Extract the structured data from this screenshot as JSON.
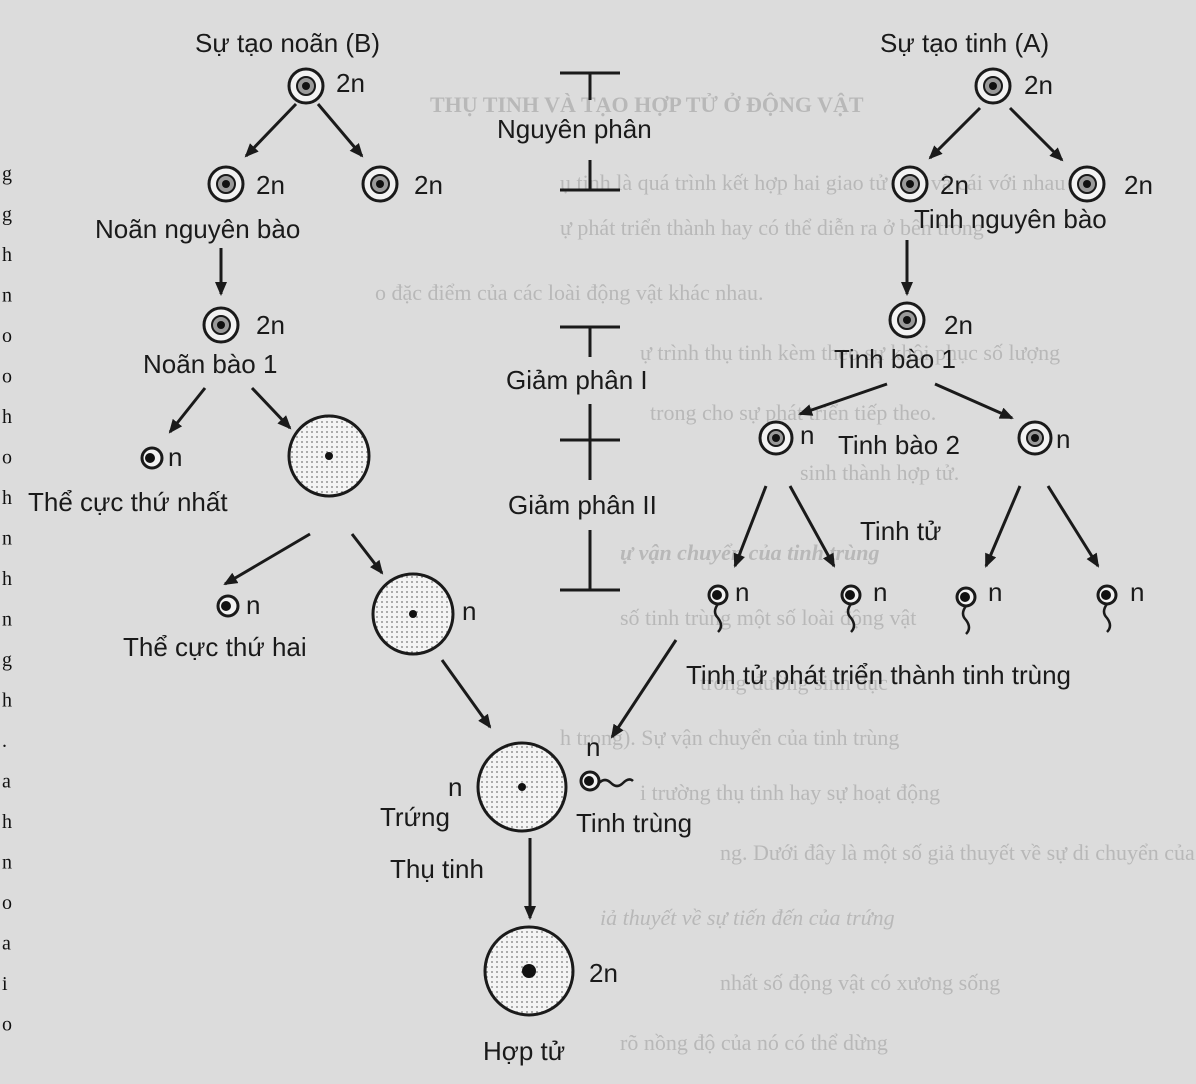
{
  "oogenesis": {
    "title": "Sự tạo noãn (B)",
    "oogonia_label": "Noãn nguyên bào",
    "primary_oocyte_label": "Noãn bào 1",
    "first_polar_body_label": "Thể cực thứ nhất",
    "second_polar_body_label": "Thể cực thứ hai",
    "egg_label": "Trứng"
  },
  "spermatogenesis": {
    "title": "Sự tạo tinh (A)",
    "spermatogonia_label": "Tinh nguyên bào",
    "primary_spermatocyte_label": "Tinh bào 1",
    "secondary_spermatocyte_label": "Tinh bào 2",
    "spermatid_label": "Tinh tử",
    "maturation_label": "Tinh tử phát triển thành tinh trùng",
    "sperm_label": "Tinh trùng"
  },
  "stages": {
    "mitosis": "Nguyên phân",
    "meiosis1": "Giảm phân I",
    "meiosis2": "Giảm phân II"
  },
  "fertilization": {
    "label": "Thụ tinh",
    "zygote_label": "Hợp tử"
  },
  "ploidy": {
    "diploid": "2n",
    "haploid": "n"
  },
  "background_text": [
    "THỤ TINH VÀ TẠO HỢP TỬ Ở ĐỘNG VẬT",
    "ụ tinh là quá trình kết hợp hai giao tử đực và cái với nhau",
    "ự phát triển thành hay có thể diễn ra ở bên trong",
    "o đặc điểm của các loài động vật khác nhau.",
    "ự trình thụ tinh kèm theo sự khôi phục số lượng",
    "trong cho sự phát triển tiếp theo.",
    "sinh thành hợp tử.",
    "ự vận chuyển của tinh trùng",
    "số tinh trùng một số loài động vật",
    "trong đường sinh dục",
    "h trong). Sự vận chuyển của tinh trùng",
    "i trường thụ tinh hay sự hoạt động",
    "ng. Dưới đây là một số giả thuyết về sự di chuyển của tinh trùng",
    "iả thuyết về sự tiến đến của trứng",
    "nhất số động vật có xương sống",
    "rõ nồng độ của nó có thể dừng"
  ],
  "left_margin_letters": [
    "g",
    "g",
    "h",
    "n",
    "o",
    "o",
    "h",
    "o",
    "h",
    "n",
    "h",
    "n",
    "g",
    "h",
    ".",
    "a",
    "h",
    "n",
    "o",
    "a",
    "i",
    "o"
  ]
}
